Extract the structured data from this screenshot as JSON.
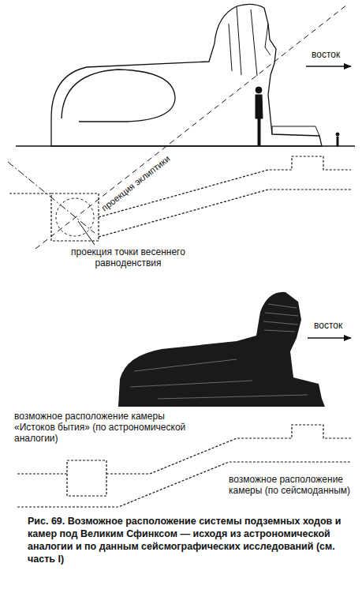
{
  "diagram": {
    "caption": "Рис. 69. Возможное расположение системы подземных ходов и камер под Великим Сфинксом — исходя из астрономической аналогии и по данным сейсмографических исследований (см. часть I)",
    "labels": [
      "восток",
      "проекция эклиптики",
      "проекция точки весеннего равноденствия",
      "восток",
      "возможное расположение камеры «Истоков бытия» (по астрономической аналогии)",
      "возможное расположение камеры (по сейсмоданным)"
    ]
  }
}
